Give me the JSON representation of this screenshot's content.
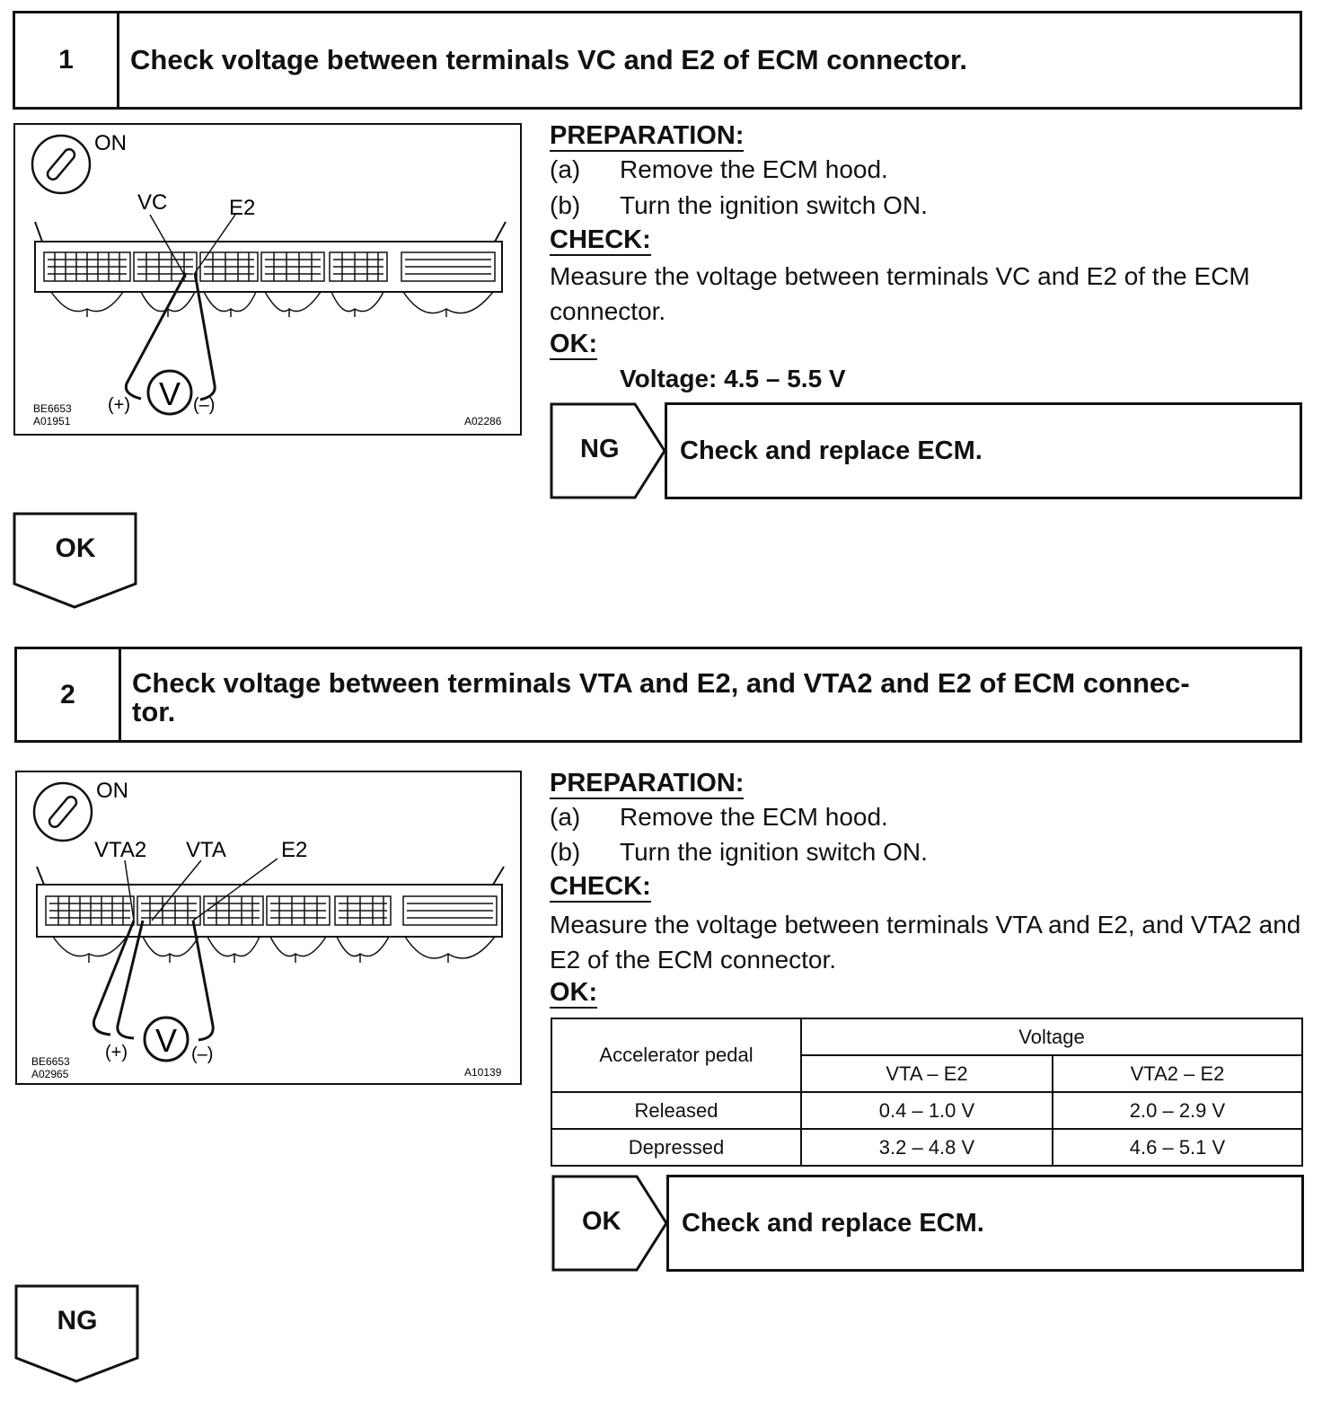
{
  "step1": {
    "number": "1",
    "title": "Check voltage between terminals VC and E2 of ECM connector.",
    "figure": {
      "ignition": "ON",
      "terminal_labels": [
        "VC",
        "E2"
      ],
      "plus": "(+)",
      "minus": "(–)",
      "meter": "V",
      "code_left_1": "BE6653",
      "code_left_2": "A01951",
      "code_right": "A02286"
    },
    "preparation_heading": "PREPARATION:",
    "prep_a_label": "(a)",
    "prep_a": "Remove the ECM hood.",
    "prep_b_label": "(b)",
    "prep_b": "Turn the ignition switch ON.",
    "check_heading": "CHECK:",
    "check_text": "Measure the voltage between terminals VC and E2 of the ECM connector.",
    "ok_heading": "OK:",
    "spec": "Voltage: 4.5 – 5.5 V",
    "branch_label": "NG",
    "branch_action": "Check and replace ECM.",
    "next_label": "OK"
  },
  "step2": {
    "number": "2",
    "title_line1": "Check voltage between terminals VTA and E2, and VTA2 and E2 of ECM connec-",
    "title_line2": "tor.",
    "figure": {
      "ignition": "ON",
      "terminal_labels": [
        "VTA2",
        "VTA",
        "E2"
      ],
      "plus": "(+)",
      "minus": "(–)",
      "meter": "V",
      "code_left_1": "BE6653",
      "code_left_2": "A02965",
      "code_right": "A10139"
    },
    "preparation_heading": "PREPARATION:",
    "prep_a_label": "(a)",
    "prep_a": "Remove the ECM hood.",
    "prep_b_label": "(b)",
    "prep_b": "Turn the ignition switch ON.",
    "check_heading": "CHECK:",
    "check_text": "Measure the voltage between terminals VTA and E2, and VTA2 and E2 of the ECM connector.",
    "ok_heading": "OK:",
    "table": {
      "col_pedal": "Accelerator pedal",
      "col_voltage": "Voltage",
      "sub1": "VTA – E2",
      "sub2": "VTA2 – E2",
      "rows": [
        {
          "pedal": "Released",
          "v1": "0.4 – 1.0 V",
          "v2": "2.0 – 2.9 V"
        },
        {
          "pedal": "Depressed",
          "v1": "3.2 – 4.8 V",
          "v2": "4.6 – 5.1 V"
        }
      ]
    },
    "branch_label": "OK",
    "branch_action": "Check and replace ECM.",
    "next_label": "NG"
  }
}
